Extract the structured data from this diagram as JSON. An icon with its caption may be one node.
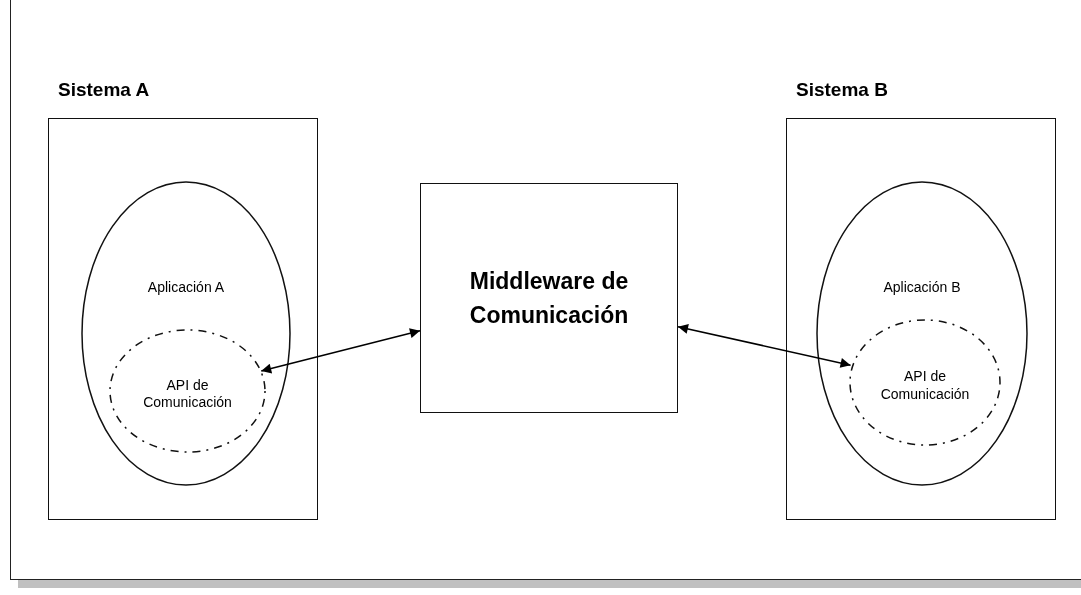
{
  "diagram": {
    "nodes": [
      {
        "text": [
          "Sistema A"
        ]
      },
      {
        "text": [
          "Aplicación A"
        ],
        "in": 0
      },
      {
        "text": [
          "API de Comunicación"
        ],
        "in": 1
      },
      {
        "text": [
          "Middleware de Comunicación"
        ]
      },
      {
        "text": [
          "Sistema B"
        ]
      },
      {
        "text": [
          "Aplicación B"
        ],
        "in": 4
      },
      {
        "text": [
          "API de Comunicación"
        ],
        "in": 5
      }
    ],
    "edges": [
      {
        "from": 2,
        "to": 3,
        "arrow": "both"
      },
      {
        "from": 3,
        "to": 6,
        "arrow": "both"
      }
    ]
  }
}
